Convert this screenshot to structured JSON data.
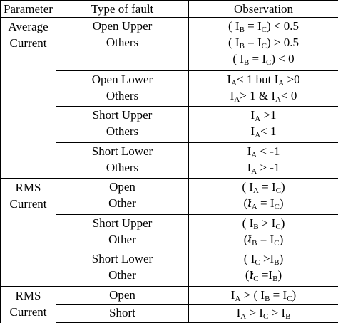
{
  "header": {
    "col1": "Parameter",
    "col2": "Type of fault",
    "col3": "Observation"
  },
  "groups": [
    {
      "param": [
        "Average",
        "Current"
      ],
      "rows": [
        {
          "fault": [
            "Open Upper",
            "Others"
          ],
          "obs": [
            "( I_B = I_C) < 0.5",
            "( I_B = I_C) > 0.5",
            "( I_B = I_C) < 0"
          ]
        },
        {
          "fault": [
            "Open Lower",
            "Others"
          ],
          "obs": [
            "I_A< 1 but    I_A >0",
            "I_A> 1 & I_A< 0"
          ]
        },
        {
          "fault": [
            "Short Upper",
            "Others"
          ],
          "obs": [
            "I_A >1",
            "I_A< 1"
          ]
        },
        {
          "fault": [
            "Short Lower",
            "Others"
          ],
          "obs": [
            "I_A < -1",
            "I_A > -1"
          ]
        }
      ]
    },
    {
      "param": [
        "RMS",
        "Current"
      ],
      "rows": [
        {
          "fault": [
            "Open",
            "Other"
          ],
          "obs": [
            "( I_A = I_C)",
            "(I_A = I_C)"
          ]
        },
        {
          "fault": [
            "Short Upper",
            "Other"
          ],
          "obs": [
            "( I_B > I_C)",
            "(I_B = I_C)"
          ]
        },
        {
          "fault": [
            "Short Lower",
            "Other"
          ],
          "obs": [
            "( I_C >I_B)",
            "(I_C =I_B)"
          ]
        }
      ]
    },
    {
      "param": [
        "RMS",
        "Current"
      ],
      "rows": [
        {
          "fault": [
            "Open"
          ],
          "obs": [
            "I_A > ( I_B = I_C)"
          ]
        },
        {
          "fault": [
            "Short"
          ],
          "obs": [
            "I_A > I_C > I_B"
          ]
        }
      ]
    }
  ]
}
